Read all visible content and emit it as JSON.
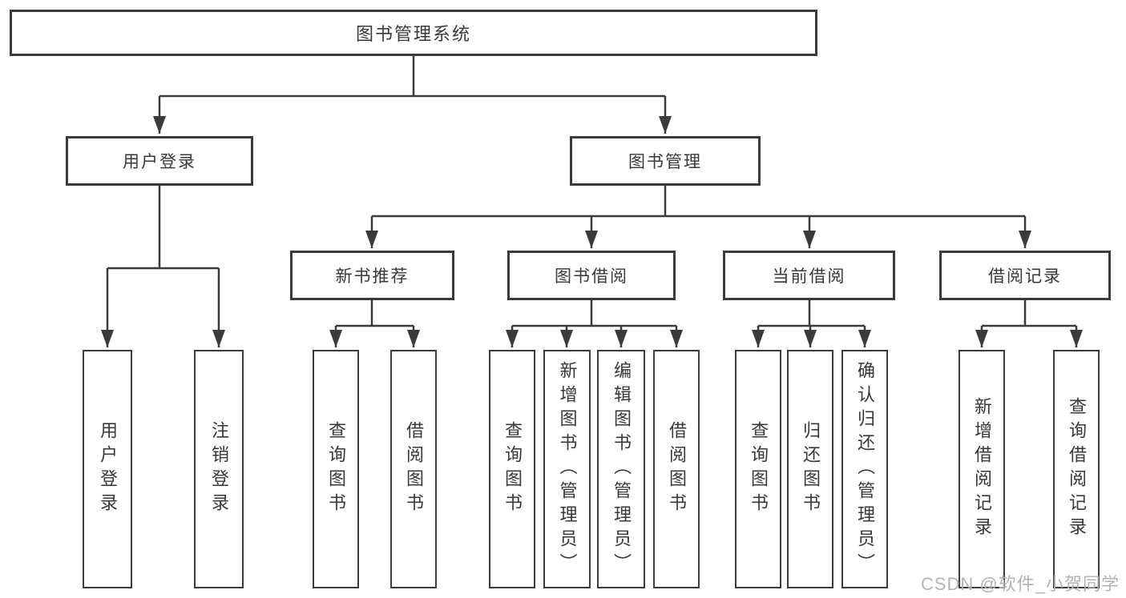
{
  "colors": {
    "line": "#3b3b3b",
    "border": "#3b3b3b",
    "text": "#383838",
    "background": "#ffffff",
    "watermark": "#b3b3b3"
  },
  "watermark": "CSDN @软件_小贺同学",
  "tree": {
    "root": "图书管理系统",
    "branches": [
      {
        "label": "用户登录",
        "children": [
          "用户登录",
          "注销登录"
        ]
      },
      {
        "label": "图书管理",
        "groups": [
          {
            "label": "新书推荐",
            "children": [
              "查询图书",
              "借阅图书"
            ]
          },
          {
            "label": "图书借阅",
            "children": [
              "查询图书",
              "新增图书（管理员）",
              "编辑图书（管理员）",
              "借阅图书"
            ]
          },
          {
            "label": "当前借阅",
            "children": [
              "查询图书",
              "归还图书",
              "确认归还（管理员）"
            ]
          },
          {
            "label": "借阅记录",
            "children": [
              "新增借阅记录",
              "查询借阅记录"
            ]
          }
        ]
      }
    ]
  }
}
